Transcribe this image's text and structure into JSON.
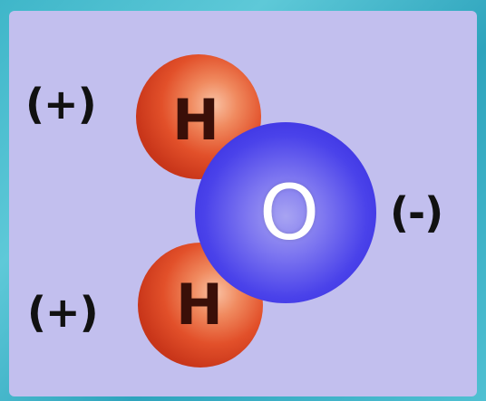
{
  "diagram": {
    "hydrogen_top": {
      "symbol": "H",
      "charge": "(+)"
    },
    "hydrogen_bottom": {
      "symbol": "H",
      "charge": "(+)"
    },
    "oxygen": {
      "symbol": "O",
      "charge": "(-)"
    }
  },
  "colors": {
    "background": "#3fb6c9",
    "panel": "#c2bfee",
    "hydrogen": "#e2502a",
    "oxygen": "#4a42ea",
    "text": "#111111"
  }
}
